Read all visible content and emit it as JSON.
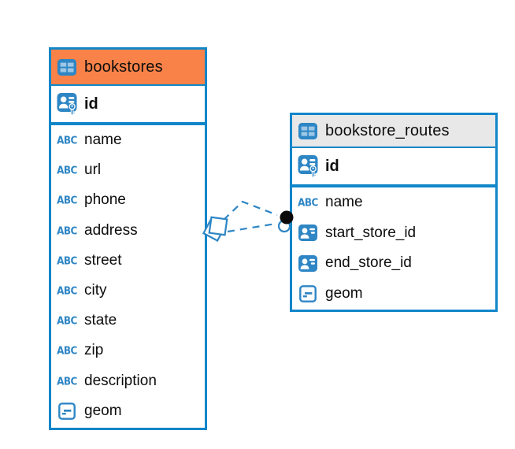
{
  "app": {
    "view": "database-er-diagram"
  },
  "colors": {
    "table_border_blue": "#1186c9",
    "icon_blue": "#2e86c5",
    "icon_cell_light_blue": "#9dc7e6",
    "bookstores_header_orange": "#f98248",
    "routes_header_gray": "#e8e8e8",
    "text_black": "#0d0d0d",
    "relation_line_blue": "#2e86c5",
    "relation_dot_black": "#0a0a0a",
    "canvas_background": "#ffffff"
  },
  "icons": {
    "table_glyph": "table-grid-icon",
    "pk_glyph": "person-key-icon",
    "fk_glyph": "person-card-icon",
    "text_glyph": "ABC",
    "geometry_glyph": "geometry-box-icon"
  },
  "tables": [
    {
      "key": "bookstores",
      "title": "bookstores",
      "header_color": "#f98248",
      "primary_key": {
        "name": "id",
        "type": "pk"
      },
      "columns": [
        {
          "name": "name",
          "type": "text"
        },
        {
          "name": "url",
          "type": "text"
        },
        {
          "name": "phone",
          "type": "text"
        },
        {
          "name": "address",
          "type": "text"
        },
        {
          "name": "street",
          "type": "text"
        },
        {
          "name": "city",
          "type": "text"
        },
        {
          "name": "state",
          "type": "text"
        },
        {
          "name": "zip",
          "type": "text"
        },
        {
          "name": "description",
          "type": "text"
        },
        {
          "name": "geom",
          "type": "geometry"
        }
      ]
    },
    {
      "key": "bookstore_routes",
      "title": "bookstore_routes",
      "header_color": "#e8e8e8",
      "primary_key": {
        "name": "id",
        "type": "pk"
      },
      "columns": [
        {
          "name": "name",
          "type": "text"
        },
        {
          "name": "start_store_id",
          "type": "fk"
        },
        {
          "name": "end_store_id",
          "type": "fk"
        },
        {
          "name": "geom",
          "type": "geometry"
        }
      ]
    }
  ],
  "relationship": {
    "style": "dashed",
    "line_count": 2,
    "source_table": "bookstores",
    "target_table": "bookstore_routes",
    "source_marker": "diamond",
    "target_marker": "dot"
  }
}
